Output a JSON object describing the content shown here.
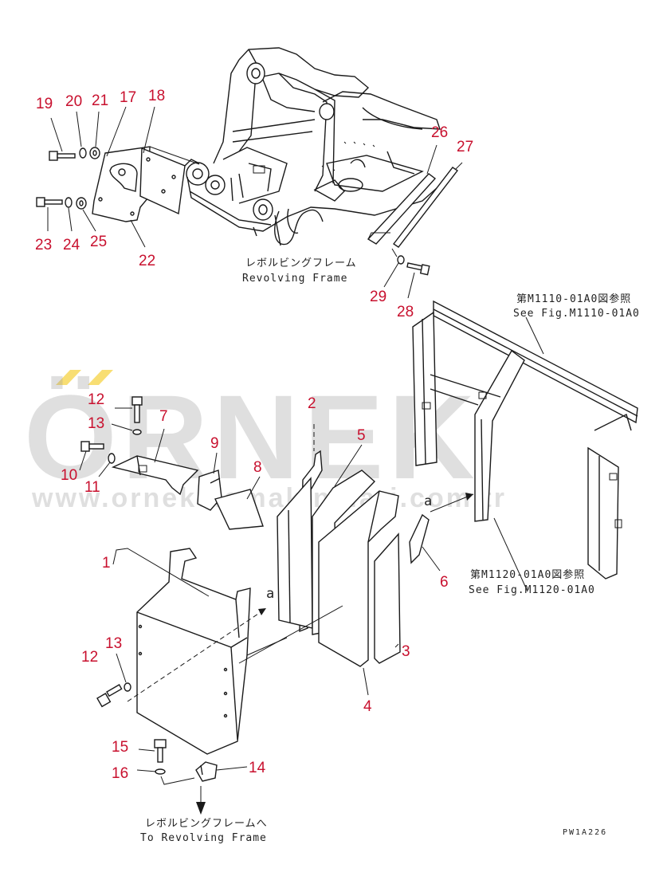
{
  "watermark": {
    "brand": "ÖRNEK",
    "url": "www.orneksismakinalari.com.tr",
    "accent_color": "#f2c200"
  },
  "colors": {
    "callout": "#c8102e",
    "line": "#1a1a1a",
    "watermark": "#9a9a9a"
  },
  "captions": {
    "revolving_frame_jp": "レボルビングフレーム",
    "revolving_frame_en": "Revolving Frame",
    "see_fig_1_jp": "第M1110-01A0図参照",
    "see_fig_1_en": "See Fig.M1110-01A0",
    "see_fig_2_jp": "第M1120-01A0図参照",
    "see_fig_2_en": "See Fig.M1120-01A0",
    "to_revolving_frame_jp": "レボルビングフレームへ",
    "to_revolving_frame_en": "To Revolving Frame",
    "drawing_code": "PW1A226"
  },
  "view_markers": [
    "a",
    "a"
  ],
  "callouts": [
    {
      "id": "c19",
      "text": "19"
    },
    {
      "id": "c20",
      "text": "20"
    },
    {
      "id": "c21",
      "text": "21"
    },
    {
      "id": "c17",
      "text": "17"
    },
    {
      "id": "c18",
      "text": "18"
    },
    {
      "id": "c23",
      "text": "23"
    },
    {
      "id": "c24",
      "text": "24"
    },
    {
      "id": "c25",
      "text": "25"
    },
    {
      "id": "c22",
      "text": "22"
    },
    {
      "id": "c26",
      "text": "26"
    },
    {
      "id": "c27",
      "text": "27"
    },
    {
      "id": "c29",
      "text": "29"
    },
    {
      "id": "c28",
      "text": "28"
    },
    {
      "id": "c12a",
      "text": "12"
    },
    {
      "id": "c13a",
      "text": "13"
    },
    {
      "id": "c7",
      "text": "7"
    },
    {
      "id": "c10",
      "text": "10"
    },
    {
      "id": "c11",
      "text": "11"
    },
    {
      "id": "c9",
      "text": "9"
    },
    {
      "id": "c8",
      "text": "8"
    },
    {
      "id": "c2",
      "text": "2"
    },
    {
      "id": "c5",
      "text": "5"
    },
    {
      "id": "c1",
      "text": "1"
    },
    {
      "id": "c6",
      "text": "6"
    },
    {
      "id": "c3",
      "text": "3"
    },
    {
      "id": "c4",
      "text": "4"
    },
    {
      "id": "c13b",
      "text": "13"
    },
    {
      "id": "c12b",
      "text": "12"
    },
    {
      "id": "c15",
      "text": "15"
    },
    {
      "id": "c16",
      "text": "16"
    },
    {
      "id": "c14",
      "text": "14"
    }
  ]
}
